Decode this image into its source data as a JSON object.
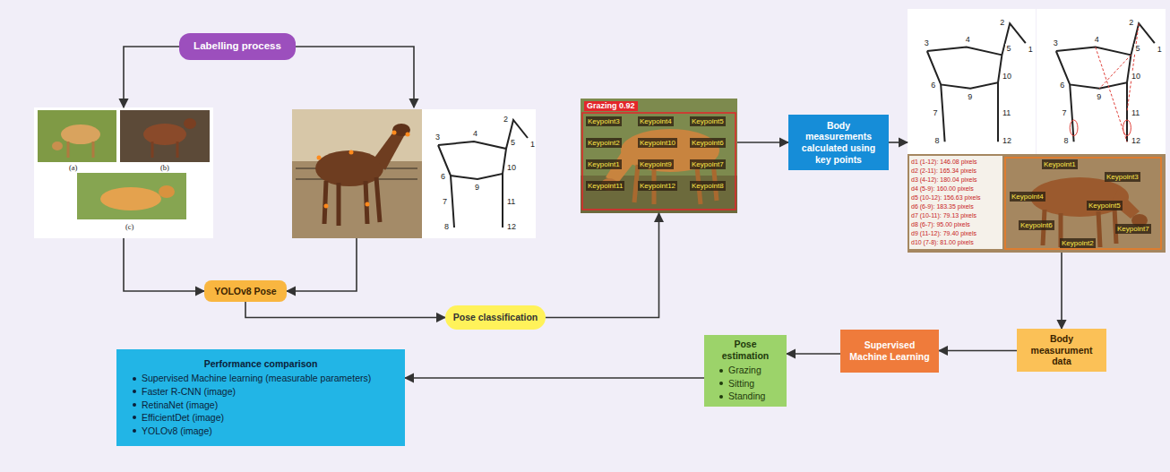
{
  "diagram": {
    "nodes": [
      {
        "text": [
          "Labelling process"
        ]
      },
      {
        "text": [
          "(a)",
          "(b)",
          "(c)"
        ]
      },
      {
        "text": [
          "1",
          "2",
          "3",
          "4",
          "5",
          "6",
          "7",
          "8",
          "9",
          "10",
          "11",
          "12"
        ]
      },
      {
        "text": [
          "YOLOv8 Pose"
        ]
      },
      {
        "text": [
          "Pose classification"
        ]
      },
      {
        "text": [
          "Grazing 0.92",
          "Keypoint1",
          "Keypoint2",
          "Keypoint3",
          "Keypoint4",
          "Keypoint5",
          "Keypoint6",
          "Keypoint7",
          "Keypoint8",
          "Keypoint9",
          "Keypoint10",
          "Keypoint11",
          "Keypoint12"
        ]
      },
      {
        "text": [
          "Body measurements calculated using key points"
        ]
      },
      {
        "text": [
          "1",
          "2",
          "3",
          "4",
          "5",
          "6",
          "7",
          "8",
          "9",
          "10",
          "11",
          "12",
          "1",
          "2",
          "3",
          "4",
          "5",
          "6",
          "7",
          "8",
          "9",
          "10",
          "11",
          "12",
          "d1 (1-12): 146.08 pixels",
          "d2 (2-11): 165.34 pixels",
          "d3 (4-12): 180.04 pixels",
          "d4 (5-9): 160.00 pixels",
          "d5 (10-12): 156.63 pixels",
          "d6 (6-9): 183.35 pixels",
          "d7 (10-11): 79.13 pixels",
          "d8 (6-7): 95.00 pixels",
          "d9 (11-12): 79.40 pixels",
          "d10 (7-8): 81.00 pixels",
          "Keypoint1",
          "Keypoint2",
          "Keypoint3",
          "Keypoint4",
          "Keypoint5",
          "Keypoint6",
          "Keypoint7"
        ]
      },
      {
        "text": [
          "Body measurument data"
        ]
      },
      {
        "text": [
          "Supervised Machine Learning"
        ]
      },
      {
        "text": [
          "Pose estimation",
          "Grazing",
          "Sitting",
          "Standing"
        ]
      },
      {
        "text": [
          "Performance comparison",
          "Supervised Machine learning (measurable parameters)",
          "Faster R-CNN (image)",
          "RetinaNet (image)",
          "EfficientDet (image)",
          "YOLOv8 (image)"
        ]
      }
    ],
    "edges": [
      {
        "from": 0,
        "to": 1,
        "arrow": "to"
      },
      {
        "from": 0,
        "to": 2,
        "arrow": "to"
      },
      {
        "from": 1,
        "to": 3,
        "arrow": "to"
      },
      {
        "from": 2,
        "to": 3,
        "arrow": "to"
      },
      {
        "from": 3,
        "to": 4,
        "arrow": "to"
      },
      {
        "from": 4,
        "to": 5,
        "arrow": "to"
      },
      {
        "from": 5,
        "to": 6,
        "arrow": "to"
      },
      {
        "from": 6,
        "to": 7,
        "arrow": "to"
      },
      {
        "from": 7,
        "to": 8,
        "arrow": "to"
      },
      {
        "from": 8,
        "to": 9,
        "arrow": "to"
      },
      {
        "from": 9,
        "to": 10,
        "arrow": "to"
      },
      {
        "from": 10,
        "to": 11,
        "arrow": "to"
      }
    ]
  }
}
